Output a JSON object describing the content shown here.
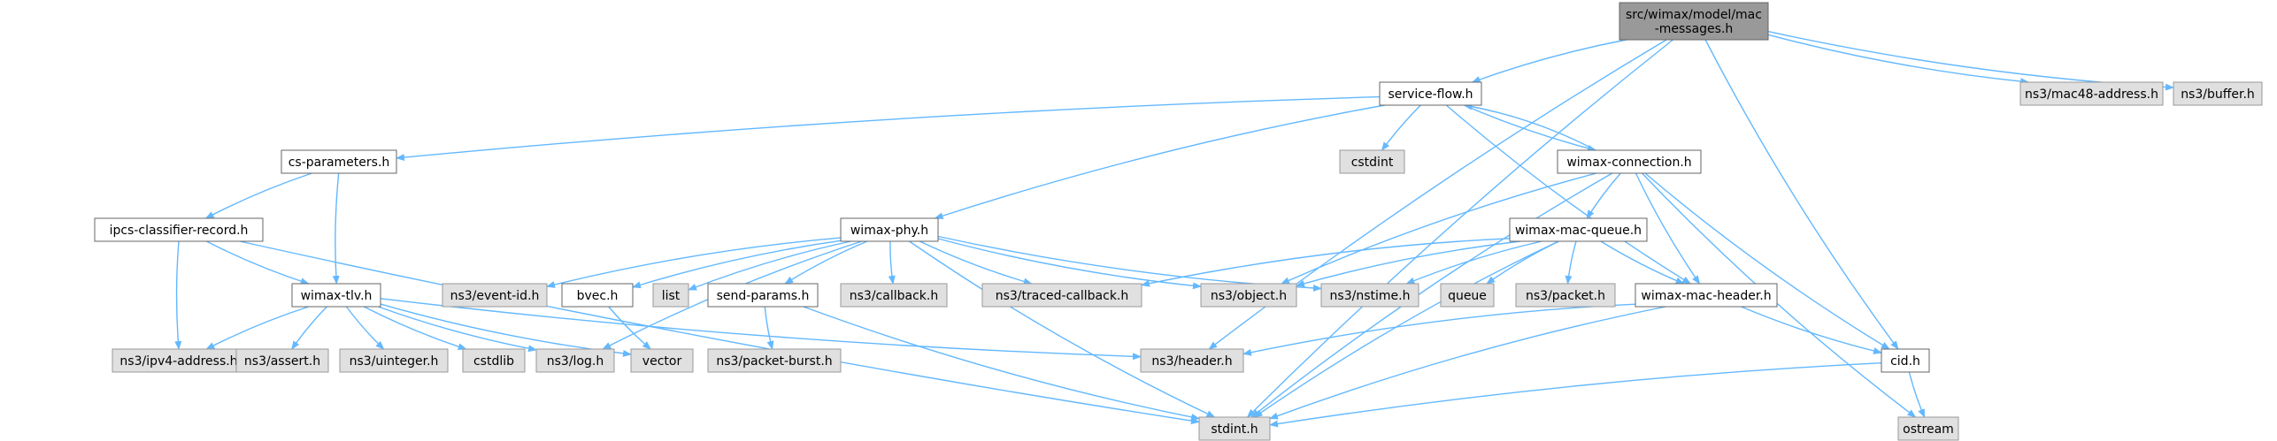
{
  "colors": {
    "edge": "#63b8ff",
    "node_border": "#666666",
    "root_fill": "#999999",
    "root_border": "#666666",
    "sys_fill": "#e0e0e0",
    "sys_border": "#999999",
    "node_fill": "#ffffff"
  },
  "nodes": [
    {
      "id": "root",
      "label": [
        "src/wimax/model/mac",
        "-messages.h"
      ],
      "kind": "root"
    },
    {
      "id": "service_flow",
      "label": [
        "service-flow.h"
      ],
      "kind": "file"
    },
    {
      "id": "mac48",
      "label": [
        "ns3/mac48-address.h"
      ],
      "kind": "system"
    },
    {
      "id": "buffer",
      "label": [
        "ns3/buffer.h"
      ],
      "kind": "system"
    },
    {
      "id": "cs_params",
      "label": [
        "cs-parameters.h"
      ],
      "kind": "file"
    },
    {
      "id": "cstdint",
      "label": [
        "cstdint"
      ],
      "kind": "system"
    },
    {
      "id": "wimax_conn",
      "label": [
        "wimax-connection.h"
      ],
      "kind": "file"
    },
    {
      "id": "ipcs",
      "label": [
        "ipcs-classifier-record.h"
      ],
      "kind": "file"
    },
    {
      "id": "wimax_phy",
      "label": [
        "wimax-phy.h"
      ],
      "kind": "file"
    },
    {
      "id": "mac_queue",
      "label": [
        "wimax-mac-queue.h"
      ],
      "kind": "file"
    },
    {
      "id": "tlv",
      "label": [
        "wimax-tlv.h"
      ],
      "kind": "file"
    },
    {
      "id": "event_id",
      "label": [
        "ns3/event-id.h"
      ],
      "kind": "system"
    },
    {
      "id": "bvec",
      "label": [
        "bvec.h"
      ],
      "kind": "file"
    },
    {
      "id": "list",
      "label": [
        "list"
      ],
      "kind": "system"
    },
    {
      "id": "send_params",
      "label": [
        "send-params.h"
      ],
      "kind": "file"
    },
    {
      "id": "callback",
      "label": [
        "ns3/callback.h"
      ],
      "kind": "system"
    },
    {
      "id": "traced_cb",
      "label": [
        "ns3/traced-callback.h"
      ],
      "kind": "system"
    },
    {
      "id": "object",
      "label": [
        "ns3/object.h"
      ],
      "kind": "system"
    },
    {
      "id": "nstime",
      "label": [
        "ns3/nstime.h"
      ],
      "kind": "system"
    },
    {
      "id": "queue",
      "label": [
        "queue"
      ],
      "kind": "system"
    },
    {
      "id": "packet",
      "label": [
        "ns3/packet.h"
      ],
      "kind": "system"
    },
    {
      "id": "mac_header",
      "label": [
        "wimax-mac-header.h"
      ],
      "kind": "file"
    },
    {
      "id": "cid",
      "label": [
        "cid.h"
      ],
      "kind": "file"
    },
    {
      "id": "ipv4",
      "label": [
        "ns3/ipv4-address.h"
      ],
      "kind": "system"
    },
    {
      "id": "assert",
      "label": [
        "ns3/assert.h"
      ],
      "kind": "system"
    },
    {
      "id": "uinteger",
      "label": [
        "ns3/uinteger.h"
      ],
      "kind": "system"
    },
    {
      "id": "cstdlib",
      "label": [
        "cstdlib"
      ],
      "kind": "system"
    },
    {
      "id": "log",
      "label": [
        "ns3/log.h"
      ],
      "kind": "system"
    },
    {
      "id": "vector",
      "label": [
        "vector"
      ],
      "kind": "system"
    },
    {
      "id": "packet_burst",
      "label": [
        "ns3/packet-burst.h"
      ],
      "kind": "system"
    },
    {
      "id": "header",
      "label": [
        "ns3/header.h"
      ],
      "kind": "system"
    },
    {
      "id": "stdint",
      "label": [
        "stdint.h"
      ],
      "kind": "system"
    },
    {
      "id": "ostream",
      "label": [
        "ostream"
      ],
      "kind": "system"
    }
  ],
  "edges": [
    [
      "root",
      "service_flow"
    ],
    [
      "root",
      "mac48"
    ],
    [
      "root",
      "buffer"
    ],
    [
      "root",
      "header"
    ],
    [
      "root",
      "cid"
    ],
    [
      "root",
      "stdint"
    ],
    [
      "service_flow",
      "cs_params"
    ],
    [
      "service_flow",
      "cstdint"
    ],
    [
      "service_flow",
      "wimax_conn"
    ],
    [
      "service_flow",
      "wimax_phy"
    ],
    [
      "service_flow",
      "mac_header"
    ],
    [
      "wimax_conn",
      "service_flow"
    ],
    [
      "wimax_conn",
      "mac_queue"
    ],
    [
      "wimax_conn",
      "object"
    ],
    [
      "wimax_conn",
      "mac_header"
    ],
    [
      "wimax_conn",
      "cid"
    ],
    [
      "wimax_conn",
      "stdint"
    ],
    [
      "wimax_conn",
      "ostream"
    ],
    [
      "cs_params",
      "ipcs"
    ],
    [
      "cs_params",
      "tlv"
    ],
    [
      "ipcs",
      "tlv"
    ],
    [
      "ipcs",
      "ipv4"
    ],
    [
      "ipcs",
      "stdint"
    ],
    [
      "wimax_phy",
      "event_id"
    ],
    [
      "wimax_phy",
      "bvec"
    ],
    [
      "wimax_phy",
      "list"
    ],
    [
      "wimax_phy",
      "send_params"
    ],
    [
      "wimax_phy",
      "callback"
    ],
    [
      "wimax_phy",
      "traced_cb"
    ],
    [
      "wimax_phy",
      "object"
    ],
    [
      "wimax_phy",
      "nstime"
    ],
    [
      "wimax_phy",
      "log"
    ],
    [
      "wimax_phy",
      "stdint"
    ],
    [
      "mac_queue",
      "traced_cb"
    ],
    [
      "mac_queue",
      "object"
    ],
    [
      "mac_queue",
      "nstime"
    ],
    [
      "mac_queue",
      "queue"
    ],
    [
      "mac_queue",
      "packet"
    ],
    [
      "mac_queue",
      "mac_header"
    ],
    [
      "mac_queue",
      "stdint"
    ],
    [
      "tlv",
      "ipv4"
    ],
    [
      "tlv",
      "assert"
    ],
    [
      "tlv",
      "uinteger"
    ],
    [
      "tlv",
      "cstdlib"
    ],
    [
      "tlv",
      "log"
    ],
    [
      "tlv",
      "vector"
    ],
    [
      "tlv",
      "header"
    ],
    [
      "bvec",
      "vector"
    ],
    [
      "send_params",
      "packet_burst"
    ],
    [
      "send_params",
      "stdint"
    ],
    [
      "mac_header",
      "header"
    ],
    [
      "mac_header",
      "cid"
    ],
    [
      "mac_header",
      "stdint"
    ],
    [
      "cid",
      "ostream"
    ],
    [
      "cid",
      "stdint"
    ]
  ]
}
